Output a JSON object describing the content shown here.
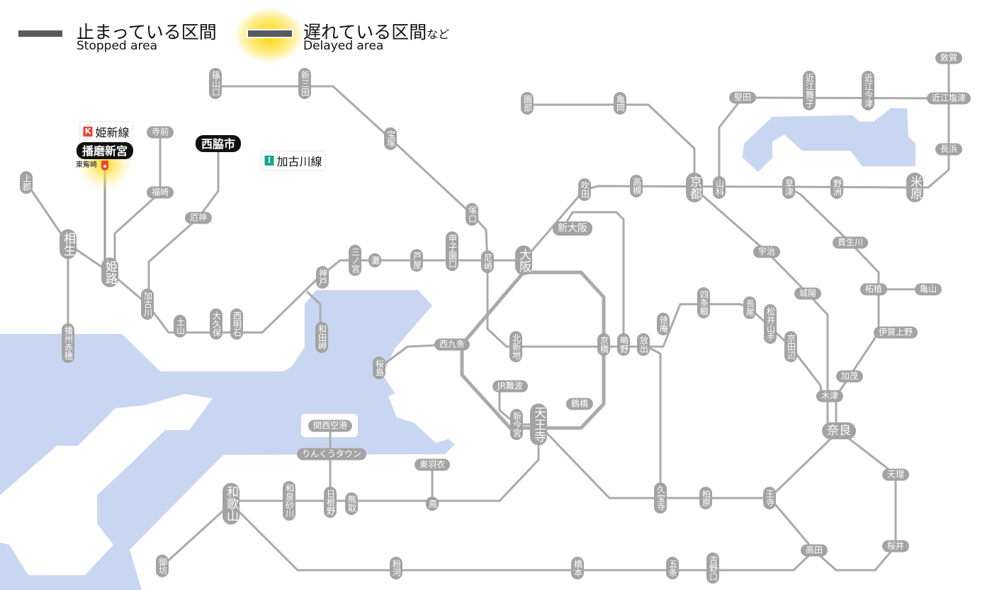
{
  "legend": {
    "stopped_jp": "止まっている区間",
    "stopped_en": "Stopped area",
    "delayed_jp": "遅れている区間",
    "delayed_suffix": "など",
    "delayed_en": "Delayed area"
  },
  "colors": {
    "line": "#aaaaaa",
    "station": "#a3a3a3",
    "water": "#c8d6f2",
    "stopped": "#5a5a5e",
    "glow": "#ffd700",
    "badge_k": "#ee4433",
    "badge_i": "#13a88a"
  },
  "line_labels": [
    {
      "badge": "K",
      "name": "姫新線"
    },
    {
      "badge": "I",
      "name": "加古川線"
    }
  ],
  "highlight": {
    "station": "播磨新宮",
    "sub": "東觜崎"
  },
  "stations": [
    {
      "name": "篠山口"
    },
    {
      "name": "新三田"
    },
    {
      "name": "宝塚"
    },
    {
      "name": "塚口"
    },
    {
      "name": "尼崎"
    },
    {
      "name": "甲子園口"
    },
    {
      "name": "芦屋"
    },
    {
      "name": "灘"
    },
    {
      "name": "三ノ宮"
    },
    {
      "name": "神戸"
    },
    {
      "name": "和田岬"
    },
    {
      "name": "西明石"
    },
    {
      "name": "大久保"
    },
    {
      "name": "土山"
    },
    {
      "name": "加古川"
    },
    {
      "name": "厄神"
    },
    {
      "name": "西脇市"
    },
    {
      "name": "福崎"
    },
    {
      "name": "寺前"
    },
    {
      "name": "姫路"
    },
    {
      "name": "相生"
    },
    {
      "name": "上郡"
    },
    {
      "name": "播州赤穂"
    },
    {
      "name": "園部"
    },
    {
      "name": "亀岡"
    },
    {
      "name": "京都"
    },
    {
      "name": "山科"
    },
    {
      "name": "堅田"
    },
    {
      "name": "近江舞子"
    },
    {
      "name": "近江今津"
    },
    {
      "name": "敦賀"
    },
    {
      "name": "近江塩津"
    },
    {
      "name": "長浜"
    },
    {
      "name": "米原"
    },
    {
      "name": "野洲"
    },
    {
      "name": "草津"
    },
    {
      "name": "貴生川"
    },
    {
      "name": "柘植"
    },
    {
      "name": "亀山"
    },
    {
      "name": "伊賀上野"
    },
    {
      "name": "加茂"
    },
    {
      "name": "木津"
    },
    {
      "name": "奈良"
    },
    {
      "name": "天理"
    },
    {
      "name": "桜井"
    },
    {
      "name": "高田"
    },
    {
      "name": "王寺"
    },
    {
      "name": "柏原"
    },
    {
      "name": "久宝寺"
    },
    {
      "name": "吉野口"
    },
    {
      "name": "五条"
    },
    {
      "name": "橋本"
    },
    {
      "name": "粉河"
    },
    {
      "name": "和歌山"
    },
    {
      "name": "御坊"
    },
    {
      "name": "和泉砂川"
    },
    {
      "name": "日根野"
    },
    {
      "name": "熊取"
    },
    {
      "name": "東羽衣"
    },
    {
      "name": "鳳"
    },
    {
      "name": "りんくうタウン"
    },
    {
      "name": "関西空港"
    },
    {
      "name": "天王寺"
    },
    {
      "name": "新今宮"
    },
    {
      "name": "JR難波"
    },
    {
      "name": "鶴橋"
    },
    {
      "name": "西九条"
    },
    {
      "name": "桜島"
    },
    {
      "name": "北新地"
    },
    {
      "name": "京橋"
    },
    {
      "name": "鴫野"
    },
    {
      "name": "放出"
    },
    {
      "name": "徳庵"
    },
    {
      "name": "四条畷"
    },
    {
      "name": "長尾"
    },
    {
      "name": "松井山手"
    },
    {
      "name": "京田辺"
    },
    {
      "name": "城陽"
    },
    {
      "name": "宇治"
    },
    {
      "name": "大阪"
    },
    {
      "name": "新大阪"
    },
    {
      "name": "吹田"
    },
    {
      "name": "高槻"
    },
    {
      "name": "播磨新宮"
    }
  ]
}
